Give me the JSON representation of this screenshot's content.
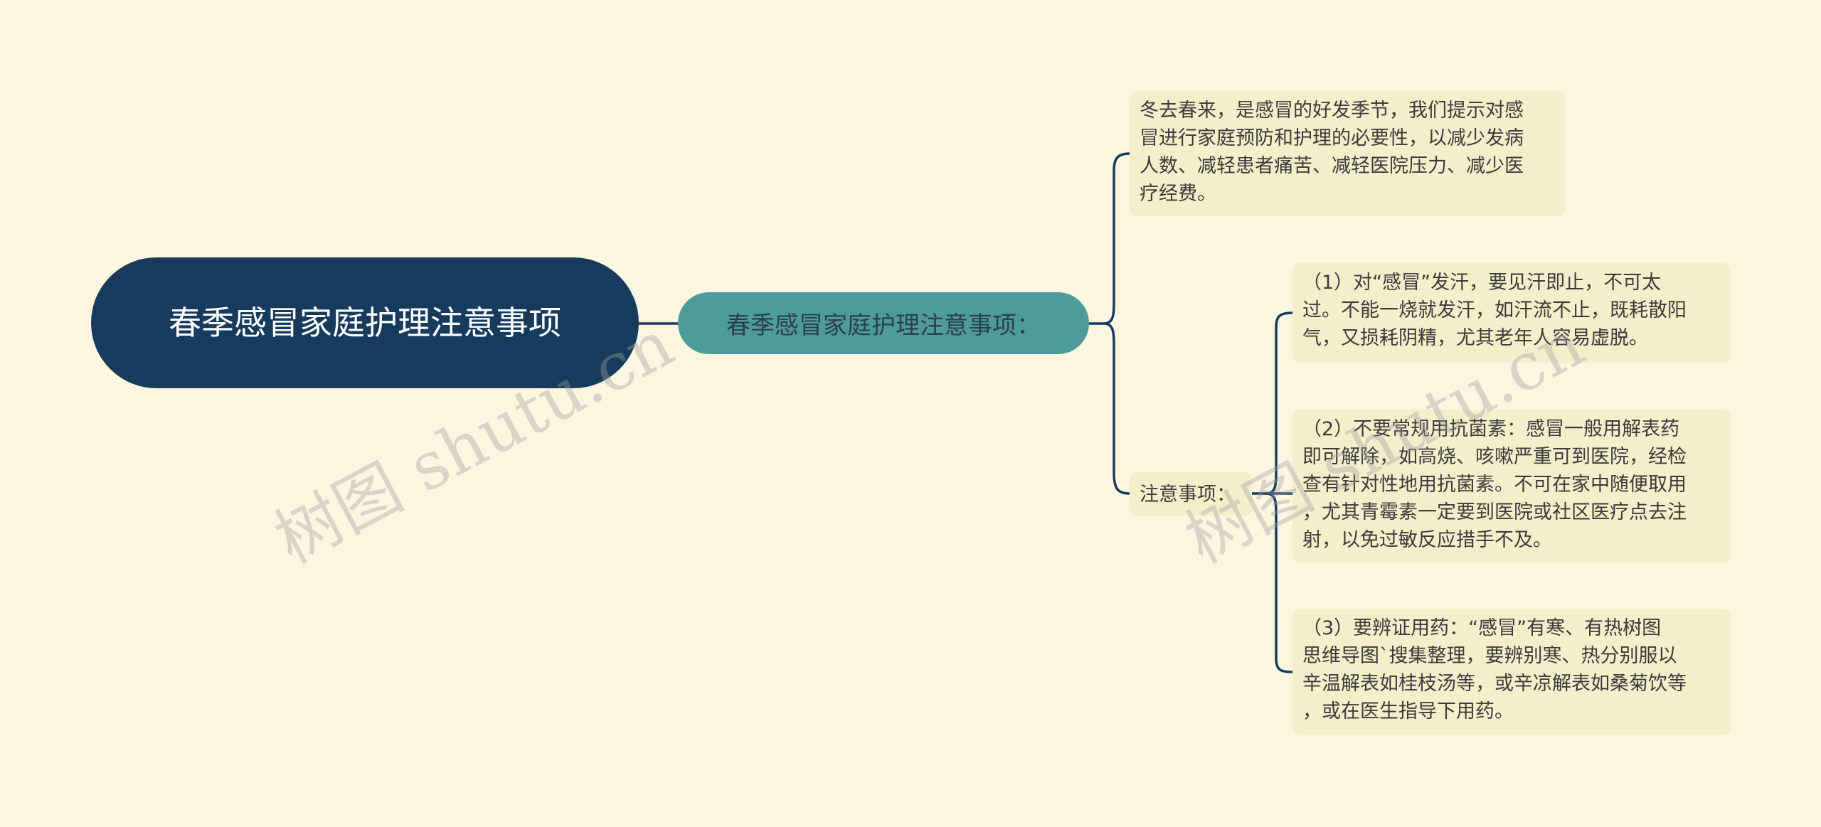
{
  "root": {
    "label": "春季感冒家庭护理注意事项"
  },
  "branch": {
    "label": "春季感冒家庭护理注意事项："
  },
  "intro": {
    "text": "冬去春来，是感冒的好发季节，我们提示对感\n冒进行家庭预防和护理的必要性，以减少发病\n人数、减轻患者痛苦、减轻医院压力、减少医\n疗经费。"
  },
  "notes": {
    "label": "注意事项：",
    "items": [
      {
        "text": "（1）对“感冒”发汗，要见汗即止，不可太\n过。不能一烧就发汗，如汗流不止，既耗散阳\n气，又损耗阴精，尤其老年人容易虚脱。"
      },
      {
        "text": "（2）不要常规用抗菌素：感冒一般用解表药\n即可解除，如高烧、咳嗽严重可到医院，经检\n查有针对性地用抗菌素。不可在家中随便取用\n，尤其青霉素一定要到医院或社区医疗点去注\n射，以免过敏反应措手不及。"
      },
      {
        "text": "（3）要辨证用药：“感冒”有寒、有热树图\n思维导图`搜集整理，要辨别寒、热分别服以\n辛温解表如桂枝汤等，或辛凉解表如桑菊饮等\n，或在医生指导下用药。"
      }
    ]
  },
  "watermarks": [
    "树图 shutu.cn",
    "树图 shutu.cn"
  ],
  "colors": {
    "background": "#fbf6e0",
    "root": "#173b5c",
    "branch": "#4e9c9a",
    "leaf": "#f5eecb",
    "connector": "#173b5c"
  }
}
